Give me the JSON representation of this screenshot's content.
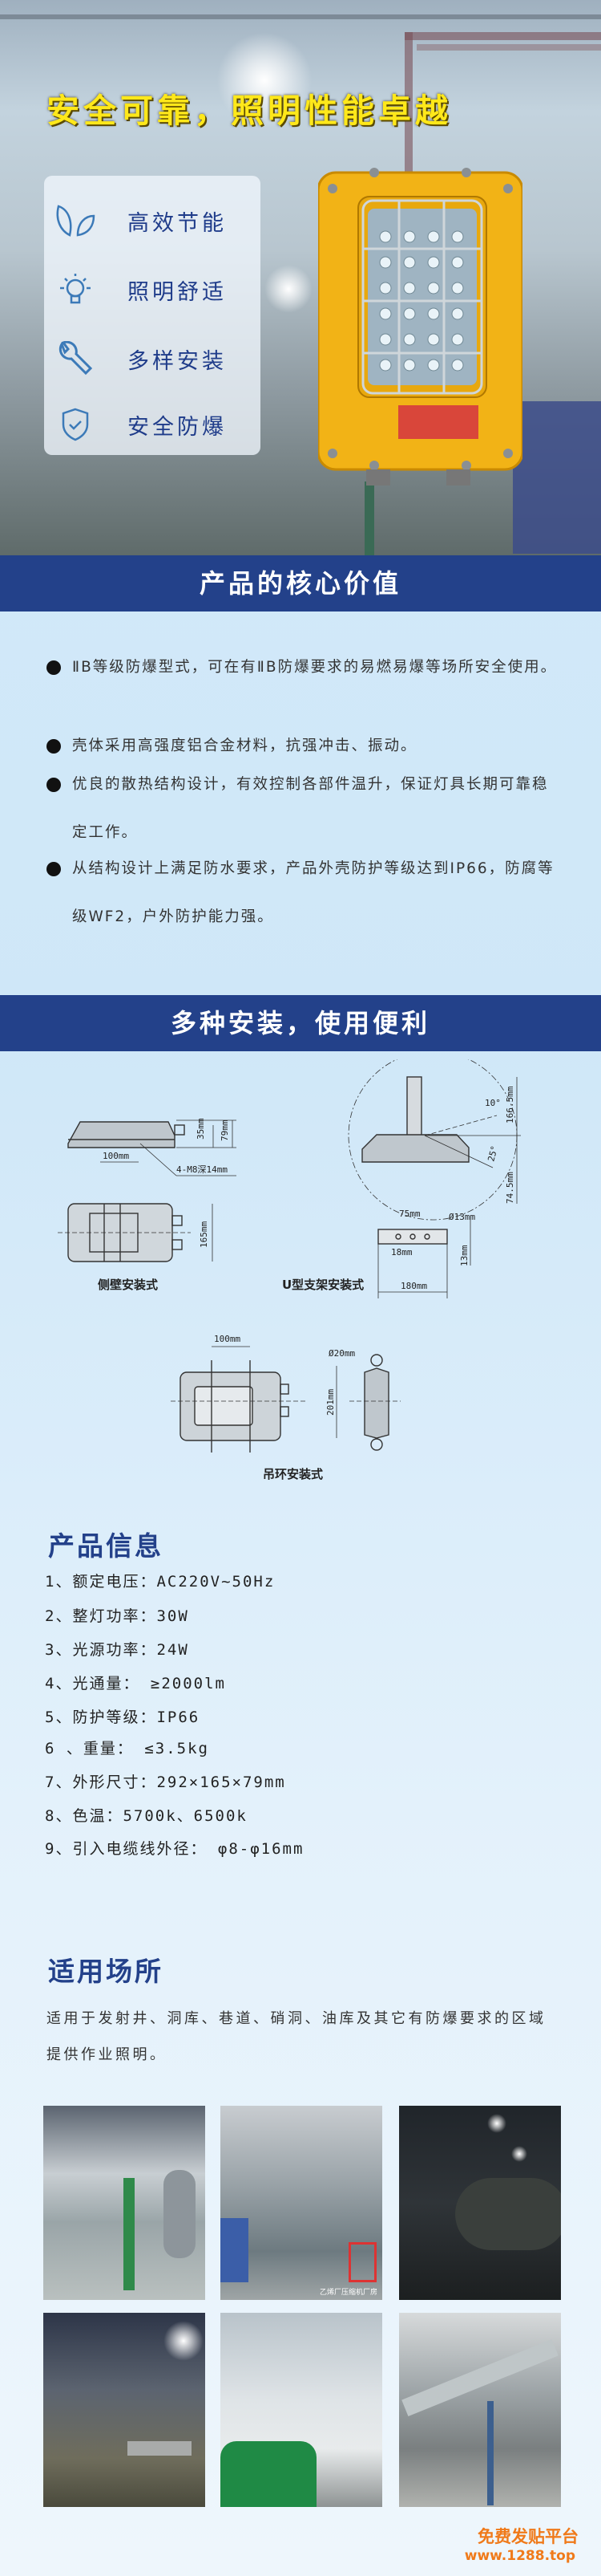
{
  "hero": {
    "title": "安全可靠，照明性能卓越",
    "features": [
      {
        "icon": "leaf-icon",
        "label": "高效节能"
      },
      {
        "icon": "lightbulb-icon",
        "label": "照明舒适"
      },
      {
        "icon": "wrench-icon",
        "label": "多样安装"
      },
      {
        "icon": "shield-check-icon",
        "label": "安全防爆"
      }
    ]
  },
  "core_value": {
    "title": "产品的核心价值",
    "bullets": [
      "ⅡB等级防爆型式，可在有ⅡB防爆要求的易燃易爆等场所安全使用。",
      "壳体采用高强度铝合金材料，抗强冲击、振动。",
      "优良的散热结构设计，有效控制各部件温升，保证灯具长期可靠稳定工作。",
      "从结构设计上满足防水要求，产品外壳防护等级达到IP66，防腐等级WF2，户外防护能力强。"
    ]
  },
  "installation": {
    "title": "多种安装，使用便利",
    "side_wall": {
      "caption": "侧壁安装式",
      "dims": [
        "35mm",
        "79mm",
        "100mm",
        "4-M8深14mm",
        "165mm"
      ]
    },
    "u_bracket": {
      "caption": "U型支架安装式",
      "dims": [
        "166.5mm",
        "10°",
        "25°",
        "74.5mm",
        "75mm",
        "Ø13mm",
        "18mm",
        "13mm",
        "180mm"
      ]
    },
    "ring": {
      "caption": "吊环安装式",
      "dims": [
        "100mm",
        "Ø20mm",
        "201mm"
      ]
    }
  },
  "product_info": {
    "title": "产品信息",
    "specs": [
      "1、额定电压：AC220V~50Hz",
      "2、整灯功率：30W",
      "3、光源功率：24W",
      "4、光通量： ≥2000lm",
      "5、防护等级：IP66",
      "6 、重量： ≤3.5kg",
      "7、外形尺寸：292×165×79mm",
      "8、色温：5700k、6500k",
      "9、引入电缆线外径： φ8-φ16mm"
    ]
  },
  "applications": {
    "title": "适用场所",
    "text": "适用于发射井、洞库、巷道、硝洞、油库及其它有防爆要求的区域提供作业照明。",
    "photo_caption": "乙烯厂压缩机厂房"
  },
  "watermark": {
    "line1": "免费发贴平台",
    "line2": "www.1288.top"
  },
  "colors": {
    "brand_blue": "#23418a",
    "title_yellow": "#ffe81a",
    "watermark_orange": "#f07a1a",
    "lamp_yellow": "#f2b316"
  }
}
